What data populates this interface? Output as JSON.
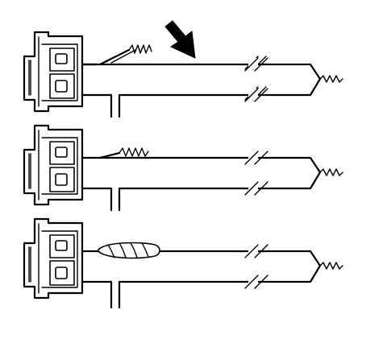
{
  "figure": {
    "panels": [
      {
        "id": "step-1",
        "splice_state": "wires-twisted",
        "arrow": true
      },
      {
        "id": "step-2",
        "splice_state": "wire-twisted-onto-conductor",
        "arrow": false
      },
      {
        "id": "step-3",
        "splice_state": "splice-soldered",
        "arrow": false
      }
    ],
    "colors": {
      "line": "#000000",
      "background": "#ffffff",
      "fill": "#ffffff"
    }
  }
}
